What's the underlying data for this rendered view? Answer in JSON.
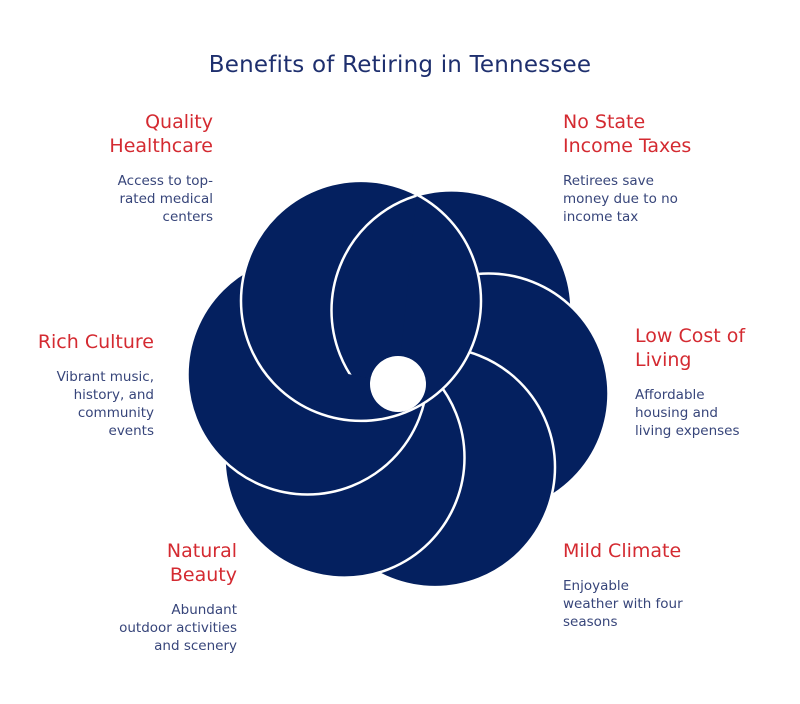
{
  "title": "Benefits of Retiring in Tennessee",
  "colors": {
    "title": "#1e2f6e",
    "heading": "#d42a31",
    "description": "#37457a",
    "petal_fill": "#04205f",
    "petal_stroke": "#ffffff"
  },
  "benefits": [
    {
      "heading": "Quality\nHealthcare",
      "description": "Access to top-\nrated medical\ncenters"
    },
    {
      "heading": "No State\nIncome Taxes",
      "description": "Retirees save\nmoney due to no\nincome tax"
    },
    {
      "heading": "Rich Culture",
      "description": "Vibrant music,\nhistory, and\ncommunity\nevents"
    },
    {
      "heading": "Low Cost of\nLiving",
      "description": "Affordable\nhousing and\nliving expenses"
    },
    {
      "heading": "Natural\nBeauty",
      "description": "Abundant\noutdoor activities\nand scenery"
    },
    {
      "heading": "Mild Climate",
      "description": "Enjoyable\nweather with four\nseasons"
    }
  ]
}
